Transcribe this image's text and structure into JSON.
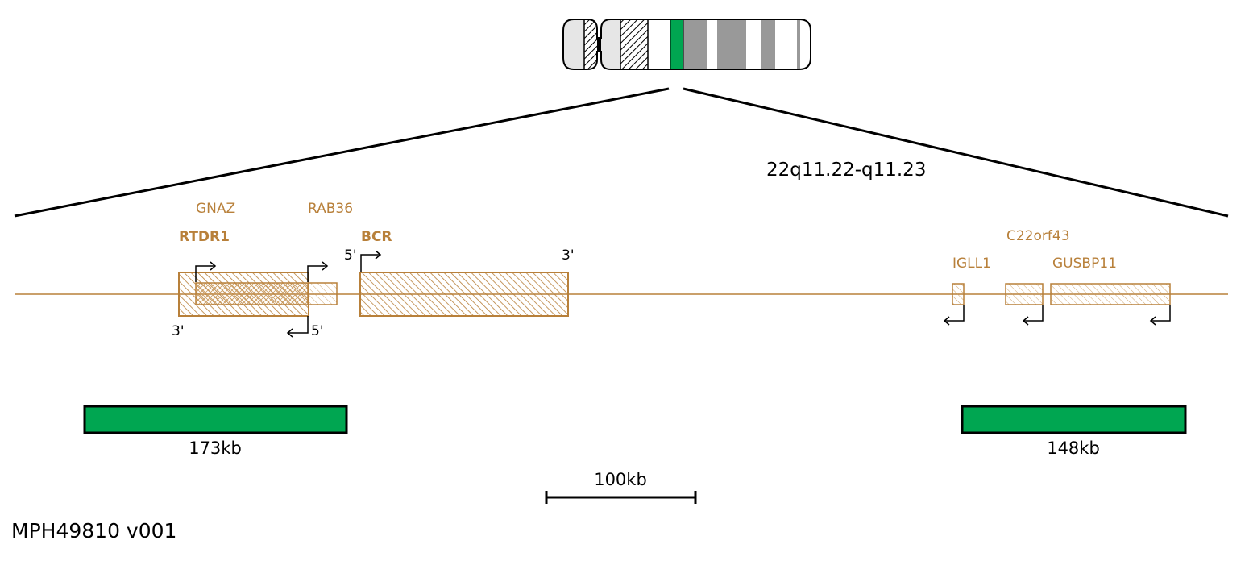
{
  "colors": {
    "gene": "#b8803a",
    "probe": "#00a651",
    "band_dark": "#999999",
    "band_light": "#e6e6e6",
    "outline": "#000000"
  },
  "chromosome": {
    "region_label": "22q11.22-q11.23",
    "highlight_band_color": "#00a651"
  },
  "genes": {
    "gnaz": "GNAZ",
    "rab36": "RAB36",
    "rtdr1": "RTDR1",
    "bcr": "BCR",
    "c22orf43": "C22orf43",
    "igll1": "IGLL1",
    "gusbp11": "GUSBP11"
  },
  "ends": {
    "rtdr1_three_prime": "3'",
    "rtdr1_five_prime": "5'",
    "bcr_five_prime": "5'",
    "bcr_three_prime": "3'"
  },
  "probes": [
    {
      "size": "173kb"
    },
    {
      "size": "148kb"
    }
  ],
  "scale_bar": {
    "label": "100kb"
  },
  "footer": {
    "product_code": "MPH49810 v001"
  }
}
